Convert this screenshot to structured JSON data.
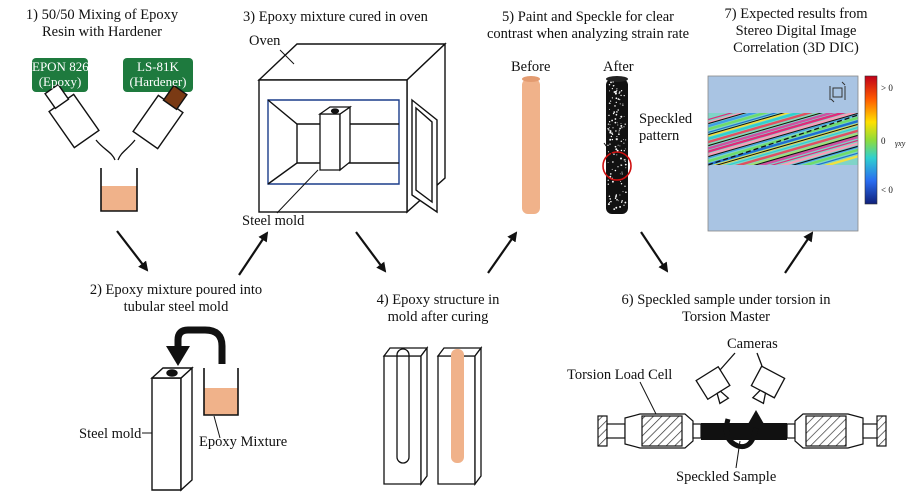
{
  "steps": [
    {
      "number": "1)",
      "title_line1": "50/50 Mixing of Epoxy",
      "title_line2": "Resin with Hardener"
    },
    {
      "number": "2)",
      "title_line1": "Epoxy mixture poured into",
      "title_line2": "tubular steel mold"
    },
    {
      "number": "3)",
      "title_line1": "Epoxy mixture cured in oven"
    },
    {
      "number": "4)",
      "title_line1": "Epoxy structure in",
      "title_line2": "mold after curing"
    },
    {
      "number": "5)",
      "title_line1": "Paint and Speckle for clear",
      "title_line2": "contrast when analyzing strain rate"
    },
    {
      "number": "6)",
      "title_line1": "Speckled sample under torsion in",
      "title_line2": "Torsion Master"
    },
    {
      "number": "7)",
      "title_line1": "Expected results from",
      "title_line2": "Stereo Digital Image",
      "title_line3": "Correlation (3D DIC)"
    }
  ],
  "labels": {
    "epon_line1": "EPON 826",
    "epon_line2": "(Epoxy)",
    "ls_line1": "LS-81K",
    "ls_line2": "(Hardener)",
    "oven": "Oven",
    "steel_mold_oven": "Steel mold",
    "steel_mold_pour": "Steel mold",
    "epoxy_mixture": "Epoxy Mixture",
    "before": "Before",
    "after": "After",
    "speckled_line1": "Speckled",
    "speckled_line2": "pattern",
    "cameras": "Cameras",
    "torsion_load_cell": "Torsion Load Cell",
    "speckled_sample": "Speckled Sample",
    "colorbar_max": "> 0",
    "colorbar_mid": "0",
    "colorbar_symbol": "γxy",
    "colorbar_min": "< 0"
  },
  "colors": {
    "bottle_green": "#1e7a3e",
    "bottle_brown": "#7a3a14",
    "epoxy_fill": "#f0b28a",
    "dic_background": "#a9c4e3",
    "arrow": "#111111"
  }
}
